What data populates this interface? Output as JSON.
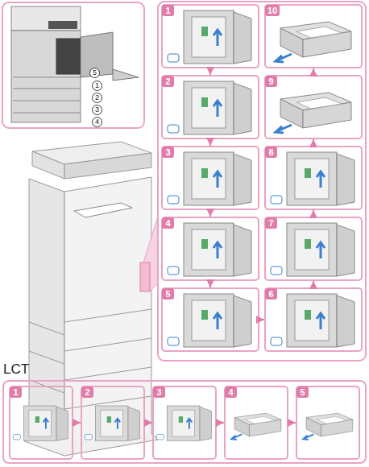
{
  "diagram": {
    "nodes": [
      {
        "text": [
          "1"
        ]
      },
      {
        "text": [
          "2"
        ]
      },
      {
        "text": [
          "3"
        ]
      },
      {
        "text": [
          "4"
        ]
      },
      {
        "text": [
          "5"
        ]
      },
      {
        "text": [
          "6"
        ]
      },
      {
        "text": [
          "7"
        ]
      },
      {
        "text": [
          "8"
        ]
      },
      {
        "text": [
          "9"
        ]
      },
      {
        "text": [
          "10"
        ]
      },
      {
        "text": [
          "LCT"
        ]
      },
      {
        "text": [
          "1"
        ],
        "in": 10
      },
      {
        "text": [
          "2"
        ],
        "in": 10
      },
      {
        "text": [
          "3"
        ],
        "in": 10
      },
      {
        "text": [
          "4"
        ],
        "in": 10
      },
      {
        "text": [
          "5"
        ],
        "in": 10
      }
    ],
    "edges": [
      {
        "from": 0,
        "to": 1,
        "arrow": "to"
      },
      {
        "from": 1,
        "to": 2,
        "arrow": "to"
      },
      {
        "from": 2,
        "to": 3,
        "arrow": "to"
      },
      {
        "from": 3,
        "to": 4,
        "arrow": "to"
      },
      {
        "from": 4,
        "to": 5,
        "arrow": "to"
      },
      {
        "from": 5,
        "to": 6,
        "arrow": "to"
      },
      {
        "from": 6,
        "to": 7,
        "arrow": "to"
      },
      {
        "from": 7,
        "to": 8,
        "arrow": "to"
      },
      {
        "from": 8,
        "to": 9,
        "arrow": "to"
      },
      {
        "from": 11,
        "to": 12,
        "arrow": "to"
      },
      {
        "from": 12,
        "to": 13,
        "arrow": "to"
      },
      {
        "from": 13,
        "to": 14,
        "arrow": "to"
      },
      {
        "from": 14,
        "to": 15,
        "arrow": "to"
      }
    ],
    "labels": [
      "5",
      "1",
      "2",
      "3",
      "4"
    ]
  }
}
